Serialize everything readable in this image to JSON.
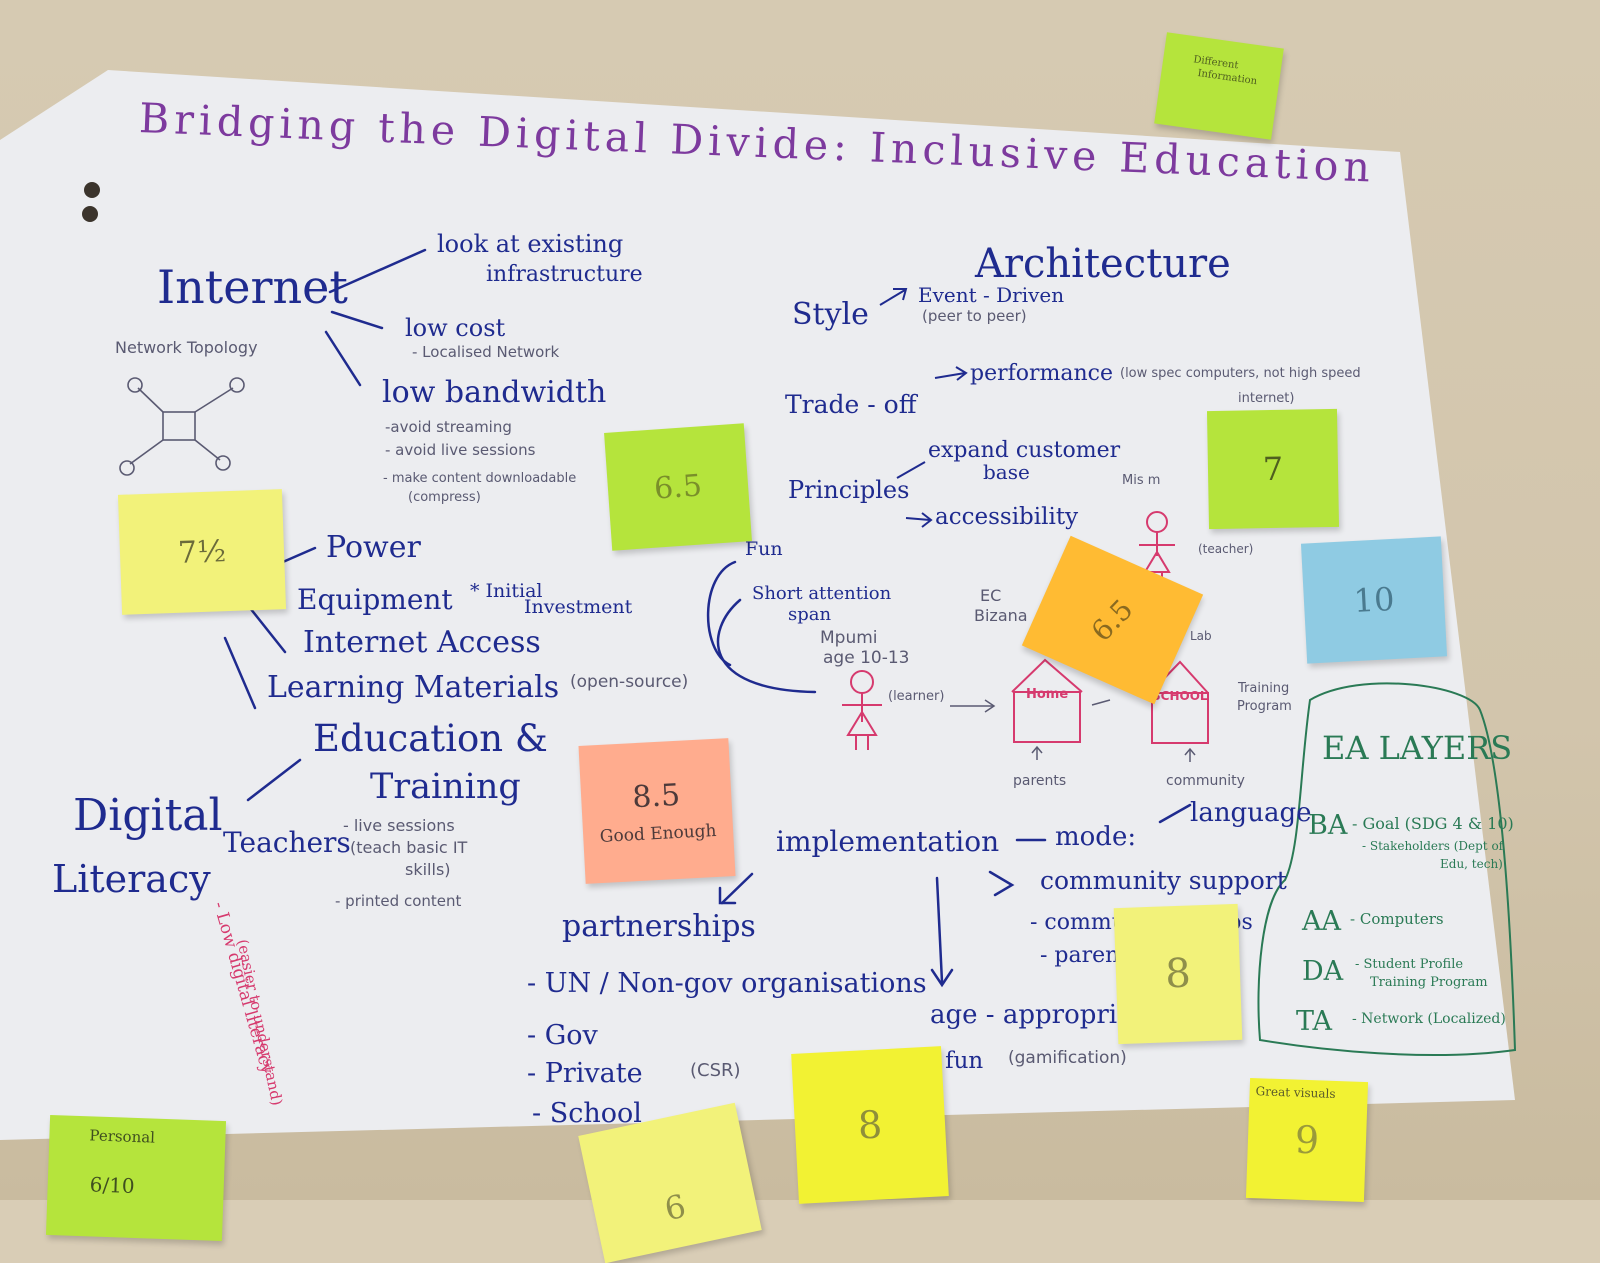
{
  "title": "Bridging the Digital Divide: Inclusive Education",
  "internet": {
    "heading": "Internet",
    "topology_label": "Network Topology",
    "branch1_line1": "look at existing",
    "branch1_line2": "infrastructure",
    "branch2": "low cost",
    "branch2_sub": "- Localised Network",
    "branch3": "low bandwidth",
    "sub1": "-avoid streaming",
    "sub2": "- avoid live sessions",
    "sub3": "- make content downloadable",
    "sub4": "(compress)"
  },
  "barriers": {
    "power": "Power",
    "equipment": "Equipment",
    "initial1": "* Initial",
    "initial2": "Investment",
    "internet_access": "Internet Access",
    "learning": "Learning Materials",
    "learning_note": "(open-source)"
  },
  "literacy": {
    "digital": "Digital",
    "literacy": "Literacy",
    "edu1": "Education &",
    "edu2": "Training",
    "teachers": "Teachers",
    "t1": "- live sessions",
    "t2": "(teach basic IT",
    "t3": "skills)",
    "t4": "- printed content",
    "low1": "- Low digital literacy",
    "low2": "(easier to understand)"
  },
  "architecture": {
    "heading": "Architecture",
    "style": "Style",
    "style_val": "Event - Driven",
    "style_sub": "(peer to peer)",
    "tradeoff": "Trade - off",
    "perf": "performance",
    "perf_note1": "(low spec computers, not high speed",
    "perf_note2": "internet)",
    "principles": "Principles",
    "p1a": "expand customer",
    "p1b": "base",
    "p2": "accessibility"
  },
  "persona": {
    "fun": "Fun",
    "short1": "Short attention",
    "short2": "span",
    "name": "Mpumi",
    "age": "age 10-13",
    "learner": "(learner)",
    "ec1": "EC",
    "ec2": "Bizana",
    "mism": "Mis m",
    "teacher": "(teacher)",
    "home": "Home",
    "school": "SCHOOL",
    "lab": "Lab",
    "training1": "Training",
    "training2": "Program",
    "parents": "parents",
    "community": "community"
  },
  "implementation": {
    "impl": "implementation",
    "mode": "mode:",
    "language": "language",
    "community_support": "community support",
    "cg": "- community groups",
    "parents": "- parents",
    "age": "age - appropriate",
    "fun": "- fun",
    "gamification": "(gamification)",
    "partnerships": "partnerships",
    "pa1": "- UN / Non-gov organisations",
    "pa2": "- Gov",
    "pa3": "- Private",
    "pa3_note": "(CSR)",
    "pa4": "- School"
  },
  "ea_layers": {
    "heading": "EA LAYERS",
    "ba": "BA",
    "ba_text": "- Goal (SDG 4 & 10)",
    "ba_sub1": "- Stakeholders (Dept of",
    "ba_sub2": "Edu, tech)",
    "aa": "AA",
    "aa_text": "- Computers",
    "da": "DA",
    "da_text1": "- Student Profile",
    "da_text2": "Training Program",
    "ta": "TA",
    "ta_text": "- Network (Localized)"
  },
  "notes": {
    "n_top_tiny1": "Different",
    "n_top_tiny2": "Information",
    "n_75": "7½",
    "n_65a": "6.5",
    "n_7": "7",
    "n_10": "10",
    "n_65b": "6.5",
    "n_85": "8.5",
    "n_85_sub": "Good Enough",
    "n_8a": "8",
    "n_8b": "8",
    "n_9": "9",
    "n_9_top": "Great visuals",
    "n_6": "6",
    "n_personal": "Personal",
    "n_610": "6/10"
  },
  "colors": {
    "marker_blue": "#1f2b8f",
    "marker_purple": "#7d3a9e",
    "marker_pink": "#d63a6e",
    "marker_green": "#2a7a55",
    "note_green": "#b5e43c",
    "note_yellow": "#f2f27a",
    "note_blue": "#8fcbe3",
    "note_orange": "#ffbb33",
    "note_salmon": "#ffac8e"
  }
}
